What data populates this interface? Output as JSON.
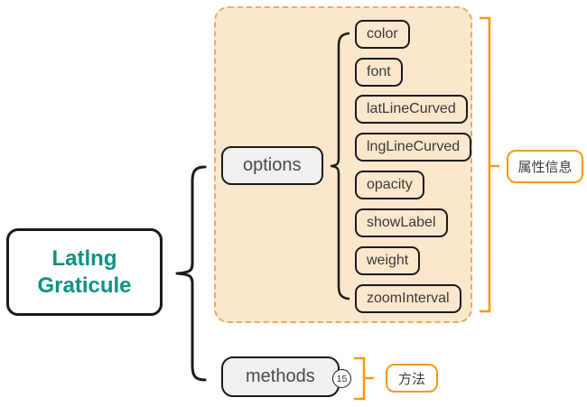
{
  "root": {
    "label_line1": "Latlng",
    "label_line2": "Graticule"
  },
  "branches": {
    "options": {
      "label": "options",
      "children": [
        {
          "label": "color"
        },
        {
          "label": "font"
        },
        {
          "label": "latLineCurved"
        },
        {
          "label": "lngLineCurved"
        },
        {
          "label": "opacity"
        },
        {
          "label": "showLabel"
        },
        {
          "label": "weight"
        },
        {
          "label": "zoomInterval"
        }
      ]
    },
    "methods": {
      "label": "methods",
      "badge_count": "15"
    }
  },
  "annotations": {
    "options_group_label": "属性信息",
    "methods_group_label": "方法"
  },
  "colors": {
    "root_text_teal": "#0E9184",
    "orange_accent": "#F49C12",
    "group_fill": "#FBE7CC",
    "group_dashed_border": "#EDAA63",
    "branch_node_fill": "#F0F0F0",
    "node_border": "#1B1B1B"
  }
}
